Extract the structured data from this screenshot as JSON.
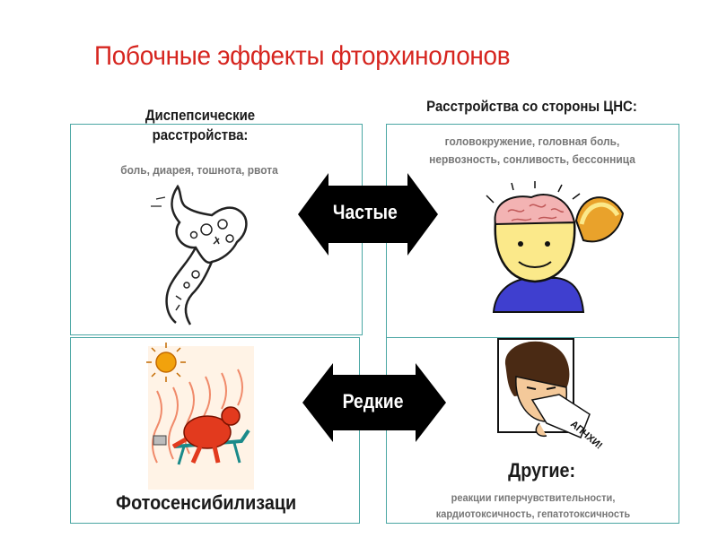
{
  "slide": {
    "title": "Побочные эффекты фторхинолонов"
  },
  "dyspeptic": {
    "heading": "Диспепсические расстройства:",
    "details": "боль, диарея, тошнота, рвота"
  },
  "cns": {
    "heading": "Расстройства со стороны ЦНС:",
    "details_line1": "головокружение, головная боль,",
    "details_line2": "нервозность, сонливость, бессонница"
  },
  "photosensitization": {
    "label": "Фотосенсибилизаци"
  },
  "other": {
    "heading": "Другие:",
    "details_line1": "реакции гиперчувствительности,",
    "details_line2": "кардиотоксичность, гепатотоксичность"
  },
  "arrows": {
    "frequent": "Частые",
    "rare": "Редкие"
  },
  "colors": {
    "title_red": "#d6251f",
    "border_teal": "#4aa6a3",
    "arrow_black": "#000000"
  },
  "icons": {
    "stomach": "stomach-drawing-icon",
    "brain": "open-head-brain-icon",
    "sun": "sunbathing-person-icon",
    "sneeze": "sneezing-person-icon"
  }
}
